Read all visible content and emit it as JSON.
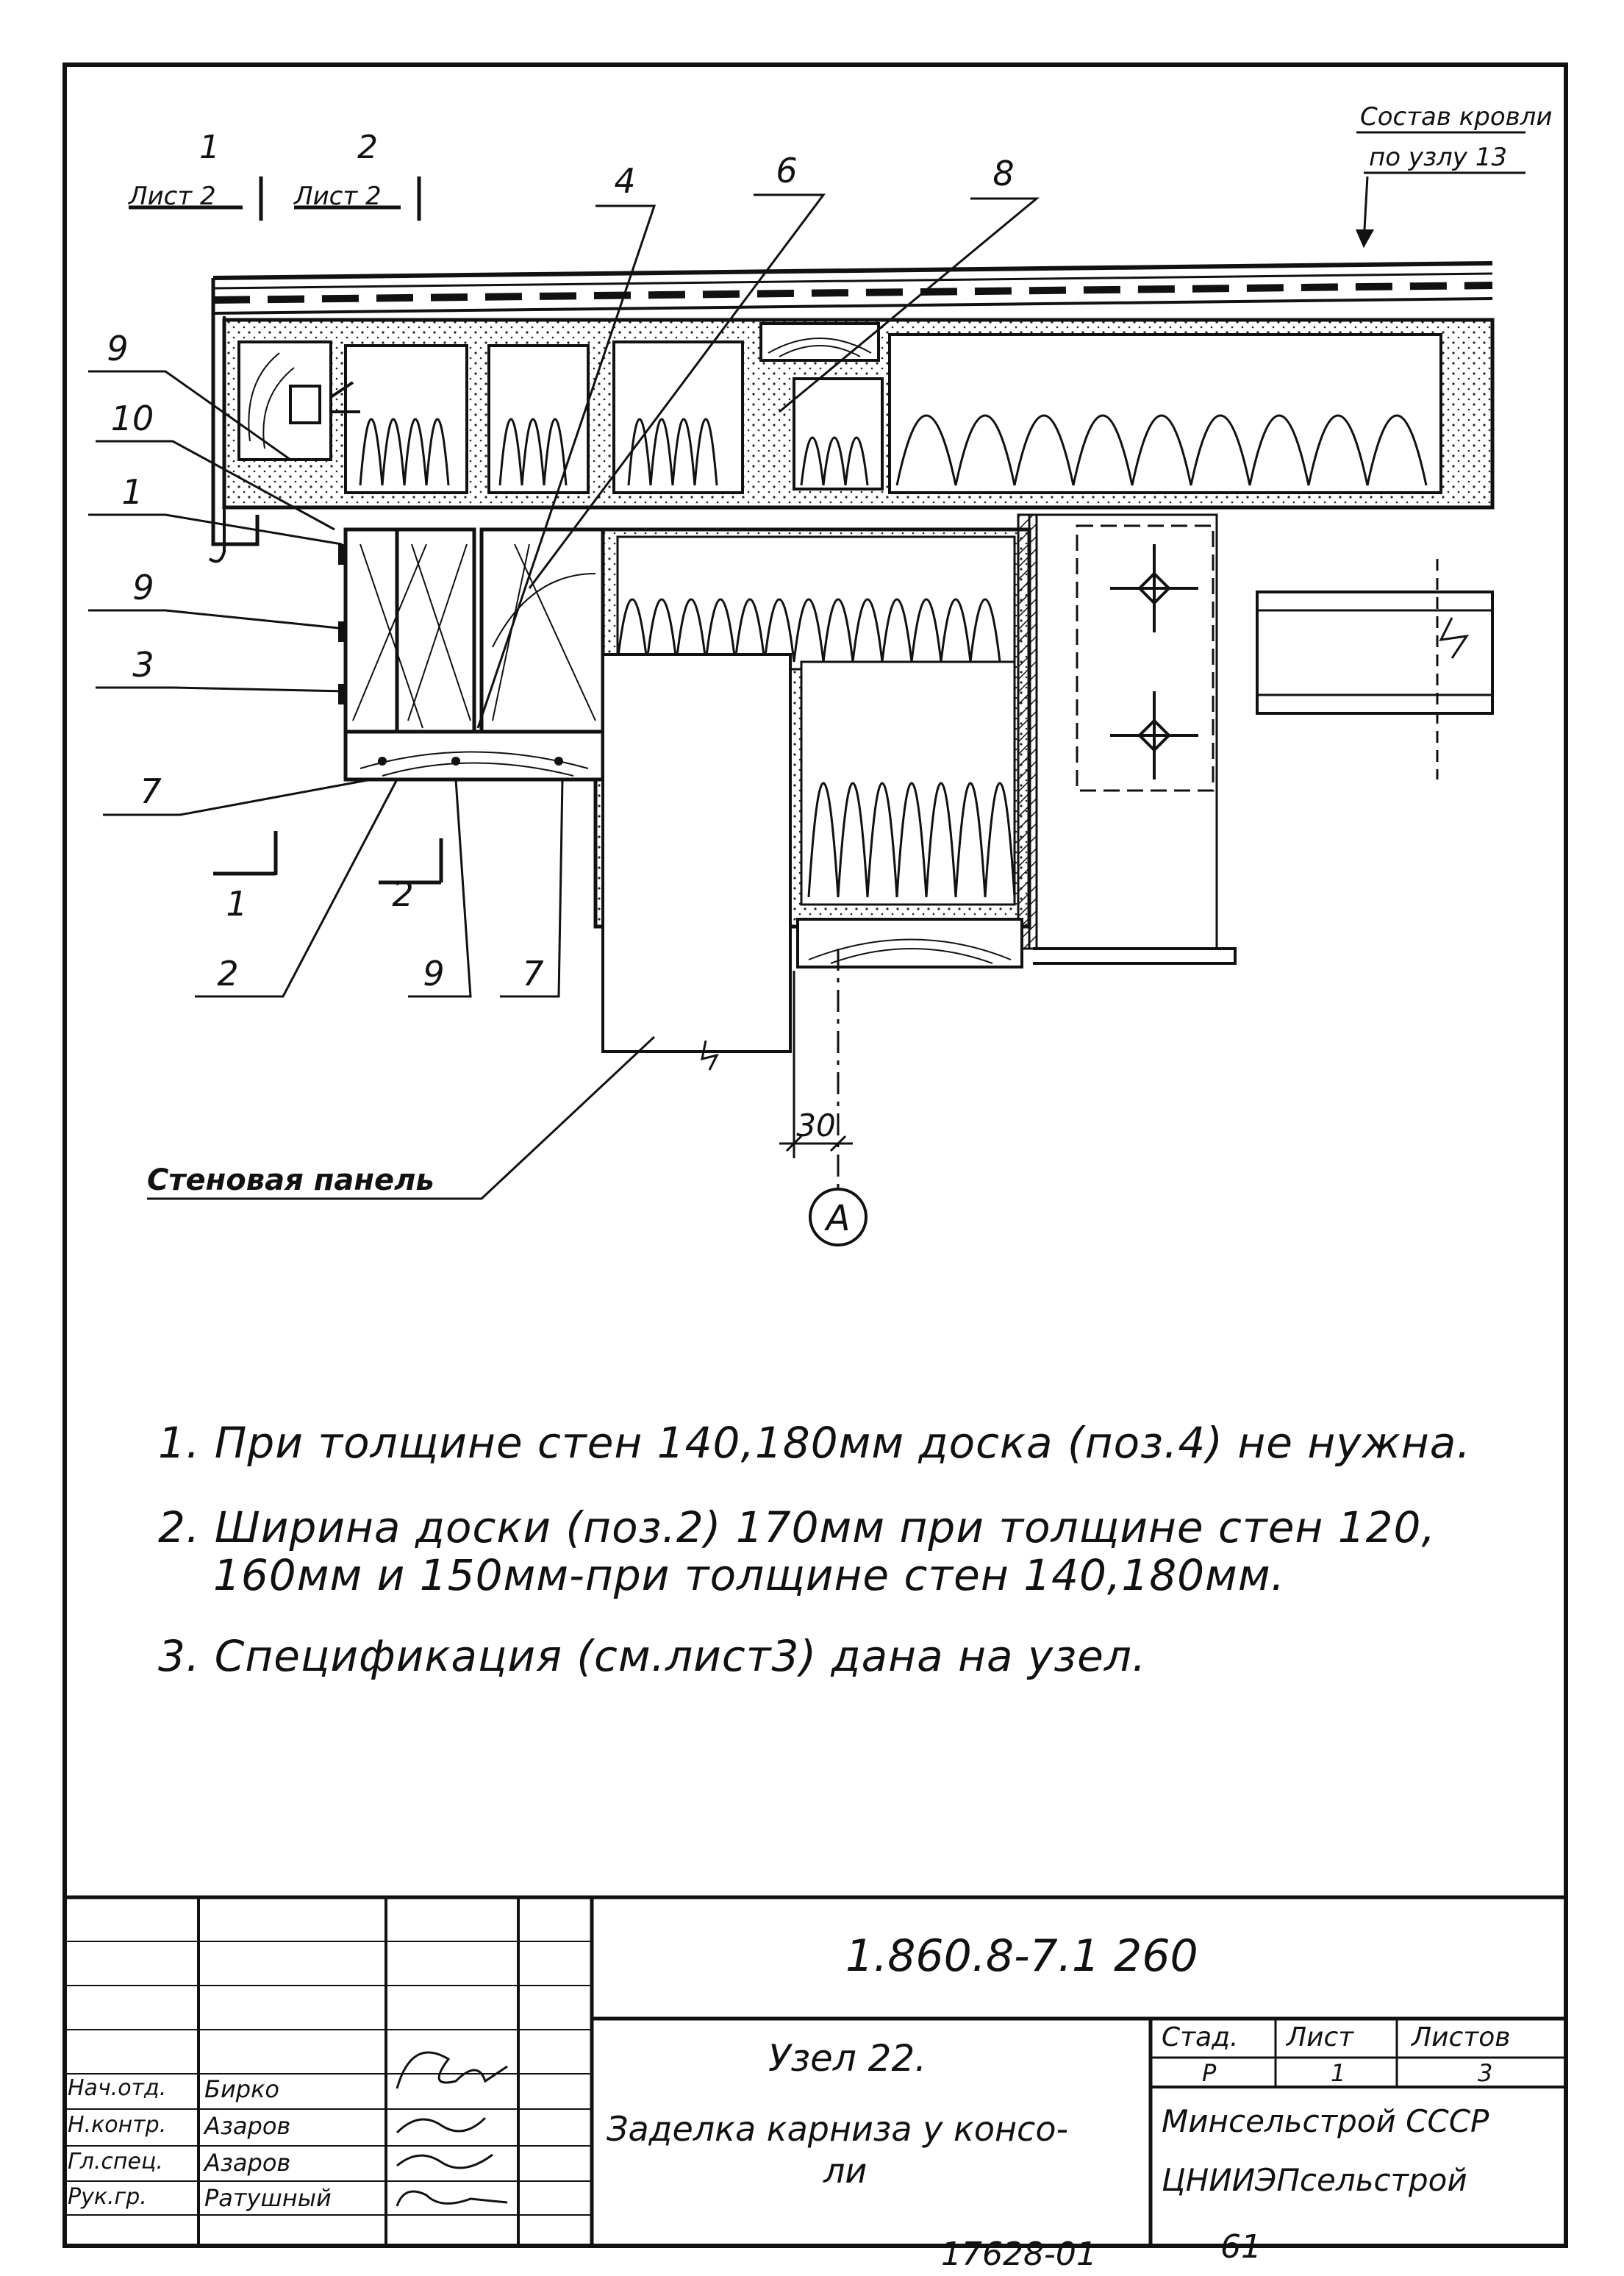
{
  "roof_note": {
    "line1": "Состав кровли",
    "line2": "по узлу 13"
  },
  "section_marks": [
    {
      "num": "1",
      "sheet": "Лист 2"
    },
    {
      "num": "2",
      "sheet": "Лист 2"
    }
  ],
  "section_marks_lower": [
    "1",
    "2"
  ],
  "leader_labels": {
    "top": [
      "4",
      "6",
      "8"
    ],
    "left": [
      "9",
      "10",
      "1",
      "9",
      "3",
      "7"
    ],
    "bottom": [
      "2",
      "9",
      "7"
    ]
  },
  "wall_panel_label": "Стеновая панель",
  "dimension": "30",
  "axis_label": "А",
  "notes": [
    "1. При толщине стен 140,180мм доска (поз.4) не нужна.",
    "2. Ширина доски (поз.2) 170мм при толщине стен 120,",
    "160мм и 150мм-при толщине стен 140,180мм.",
    "3. Спецификация (см.лист3) дана на узел."
  ],
  "title_block": {
    "code": "1.860.8-7.1 260",
    "title_line1": "Узел 22.",
    "title_line2": "Заделка карниза у консо-",
    "title_line3": "ли",
    "stage_label": "Стад.",
    "sheet_label": "Лист",
    "sheets_label": "Листов",
    "stage": "Р",
    "sheet": "1",
    "sheets": "3",
    "org1": "Минсельстрой СССР",
    "org2": "ЦНИИЭПсельстрой",
    "roles": [
      {
        "role": "Нач.отд.",
        "name": "Бирко"
      },
      {
        "role": "Н.контр.",
        "name": "Азаров"
      },
      {
        "role": "Гл.спец.",
        "name": "Азаров"
      },
      {
        "role": "Рук.гр.",
        "name": "Ратушный"
      }
    ]
  },
  "footer_number": "17628-01",
  "page_number": "61"
}
